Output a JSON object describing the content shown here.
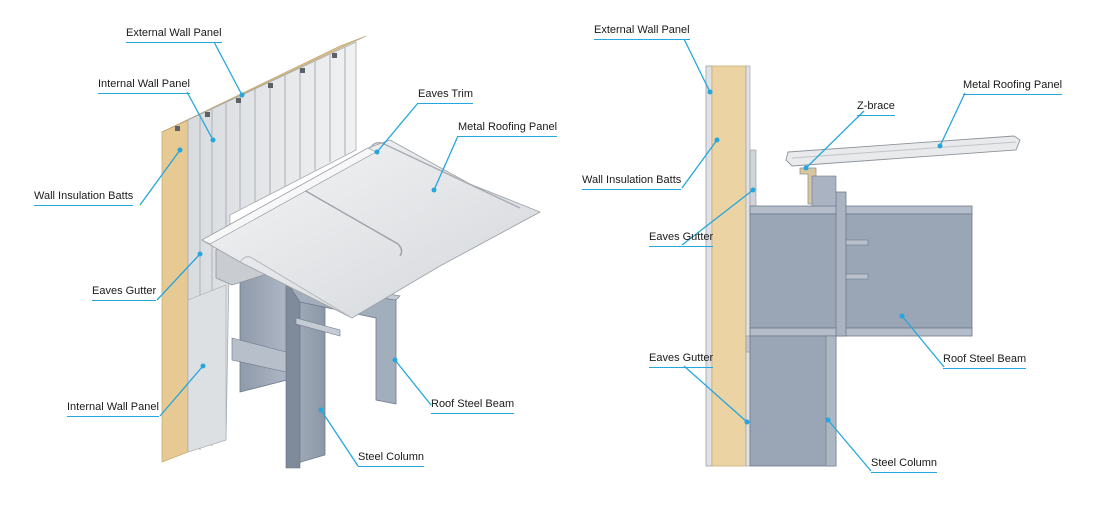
{
  "left": {
    "labels": [
      {
        "id": "external-wall-panel",
        "text": "External Wall Panel"
      },
      {
        "id": "internal-wall-panel-top",
        "text": "Internal Wall Panel"
      },
      {
        "id": "eaves-trim",
        "text": "Eaves Trim"
      },
      {
        "id": "metal-roofing-panel",
        "text": "Metal Roofing Panel"
      },
      {
        "id": "wall-insulation-batts",
        "text": "Wall Insulation Batts"
      },
      {
        "id": "eaves-gutter",
        "text": "Eaves Gutter"
      },
      {
        "id": "internal-wall-panel-bottom",
        "text": "Internal Wall Panel"
      },
      {
        "id": "roof-steel-beam",
        "text": "Roof Steel Beam"
      },
      {
        "id": "steel-column",
        "text": "Steel Column"
      }
    ]
  },
  "right": {
    "labels": [
      {
        "id": "external-wall-panel",
        "text": "External Wall Panel"
      },
      {
        "id": "metal-roofing-panel",
        "text": "Metal Roofing Panel"
      },
      {
        "id": "z-brace",
        "text": "Z-brace"
      },
      {
        "id": "wall-insulation-batts",
        "text": "Wall Insulation Batts"
      },
      {
        "id": "eaves-gutter-top",
        "text": "Eaves Gutter"
      },
      {
        "id": "roof-steel-beam",
        "text": "Roof Steel Beam"
      },
      {
        "id": "eaves-gutter-bottom",
        "text": "Eaves Gutter"
      },
      {
        "id": "steel-column",
        "text": "Steel Column"
      }
    ]
  },
  "colors": {
    "leader": "#25a6dc",
    "insulation": "#ecd3a4",
    "steel": "#9aa6b6",
    "panel": "#e2e4e6"
  }
}
